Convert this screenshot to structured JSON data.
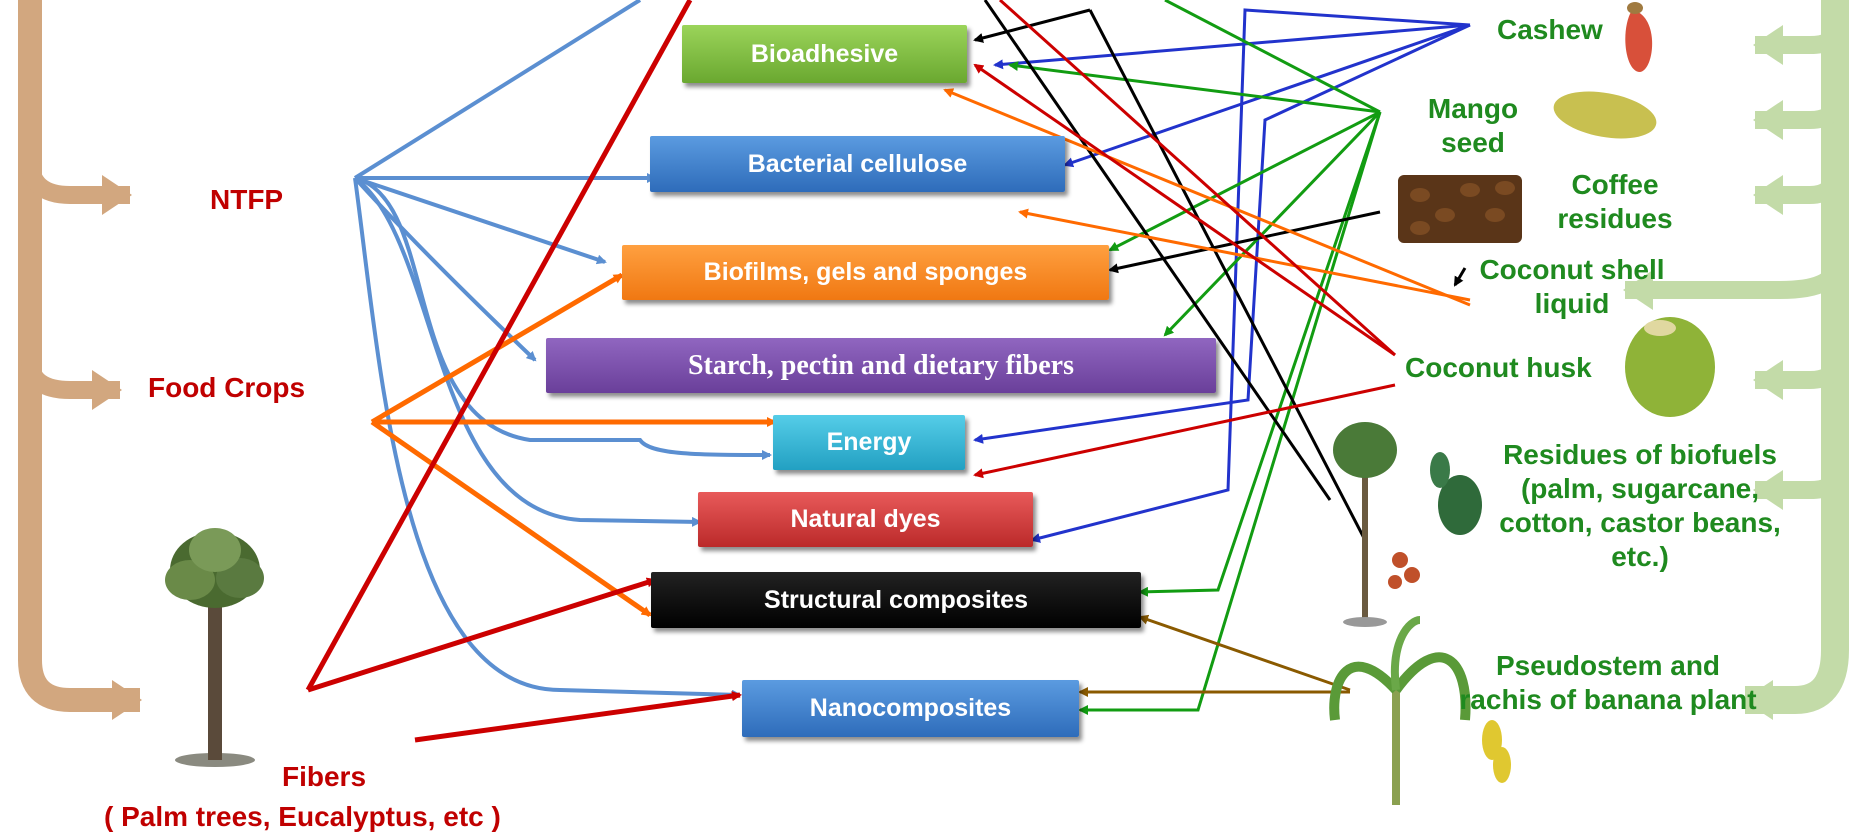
{
  "sources_left": {
    "ntfp": "NTFP",
    "food_crops": "Food Crops",
    "fibers": "Fibers",
    "fibers_examples": "( Palm trees, Eucalyptus, etc )"
  },
  "products": {
    "bioadhesive": "Bioadhesive",
    "bacterial_cellulose": "Bacterial cellulose",
    "biofilms": "Biofilms, gels and sponges",
    "starch": "Starch, pectin and dietary fibers",
    "energy": "Energy",
    "natural_dyes": "Natural dyes",
    "structural_composites": "Structural composites",
    "nanocomposites": "Nanocomposites"
  },
  "sources_right": {
    "cashew": "Cashew",
    "mango_seed": "Mango\nseed",
    "coffee_residues": "Coffee\nresidues",
    "coconut_shell_liquid": "Coconut shell\nliquid",
    "coconut_husk": "Coconut husk",
    "biofuel_residues": "Residues of  biofuels\n(palm, sugarcane,\ncotton, castor beans,\netc.)",
    "banana": "Pseudostem and\nrachis of banana plant"
  },
  "colors": {
    "bioadhesive": "#7cb342",
    "bacterial_cellulose": "#3f7fcf",
    "biofilms": "#f58220",
    "starch": "#7b4fa8",
    "energy": "#2fb8d6",
    "natural_dyes": "#d23b3b",
    "structural_composites": "#000000",
    "nanocomposites": "#3f7fcf",
    "left_bracket": "#d2a77f",
    "right_bracket": "#c3dba8",
    "label_red": "#c00000",
    "label_green": "#1f8a1f"
  }
}
